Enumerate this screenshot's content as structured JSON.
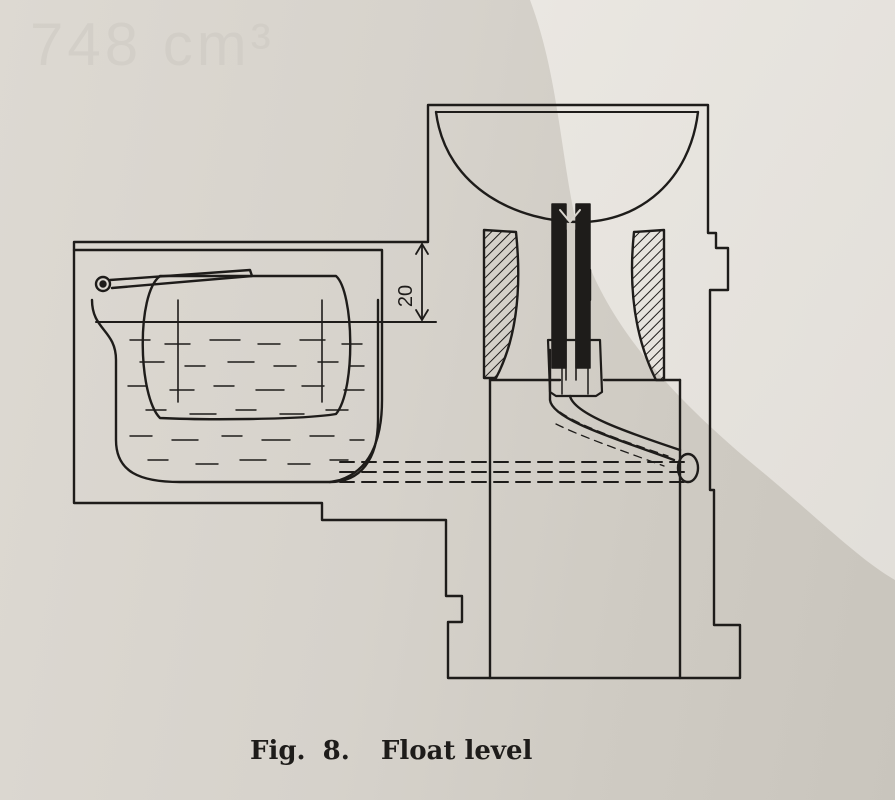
{
  "bleed_text": "748 cm³",
  "dimension": {
    "value": "20"
  },
  "caption": {
    "prefix": "Fig.",
    "number": "8.",
    "title": "Float level"
  },
  "colors": {
    "ink": "#1e1c1a",
    "paper": "#d9d5ce",
    "shadow_light": "#ece9e4"
  }
}
